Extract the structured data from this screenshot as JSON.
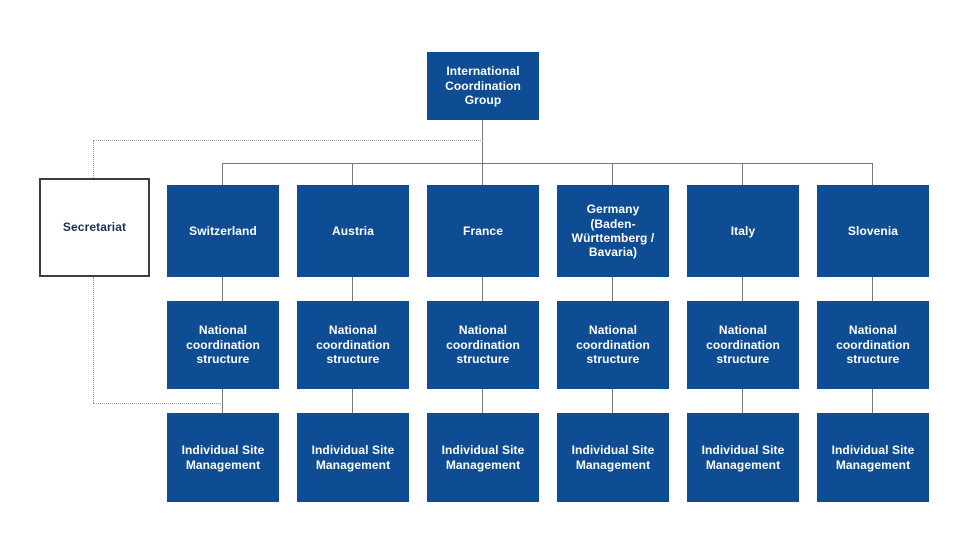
{
  "diagram": {
    "root_label": "International Coordination Group",
    "secretariat_label": "Secretariat",
    "columns": [
      {
        "country": "Switzerland",
        "level2": "National coordination structure",
        "level3": "Individual Site Management"
      },
      {
        "country": "Austria",
        "level2": "National coordination structure",
        "level3": "Individual Site Management"
      },
      {
        "country": "France",
        "level2": "National coordination structure",
        "level3": "Individual Site Management"
      },
      {
        "country": "Germany (Baden-Württemberg / Bavaria)",
        "level2": "National coordination structure",
        "level3": "Individual Site Management"
      },
      {
        "country": "Italy",
        "level2": "National coordination structure",
        "level3": "Individual Site Management"
      },
      {
        "country": "Slovenia",
        "level2": "National coordination structure",
        "level3": "Individual Site Management"
      }
    ]
  },
  "colors": {
    "box_blue": "#0E4D93",
    "box_text": "#ffffff",
    "secretariat_text": "#1F2F55",
    "secretariat_border": "#3d3d3d",
    "connector_gray": "#787878",
    "dotted_gray": "#9b9b9b"
  }
}
